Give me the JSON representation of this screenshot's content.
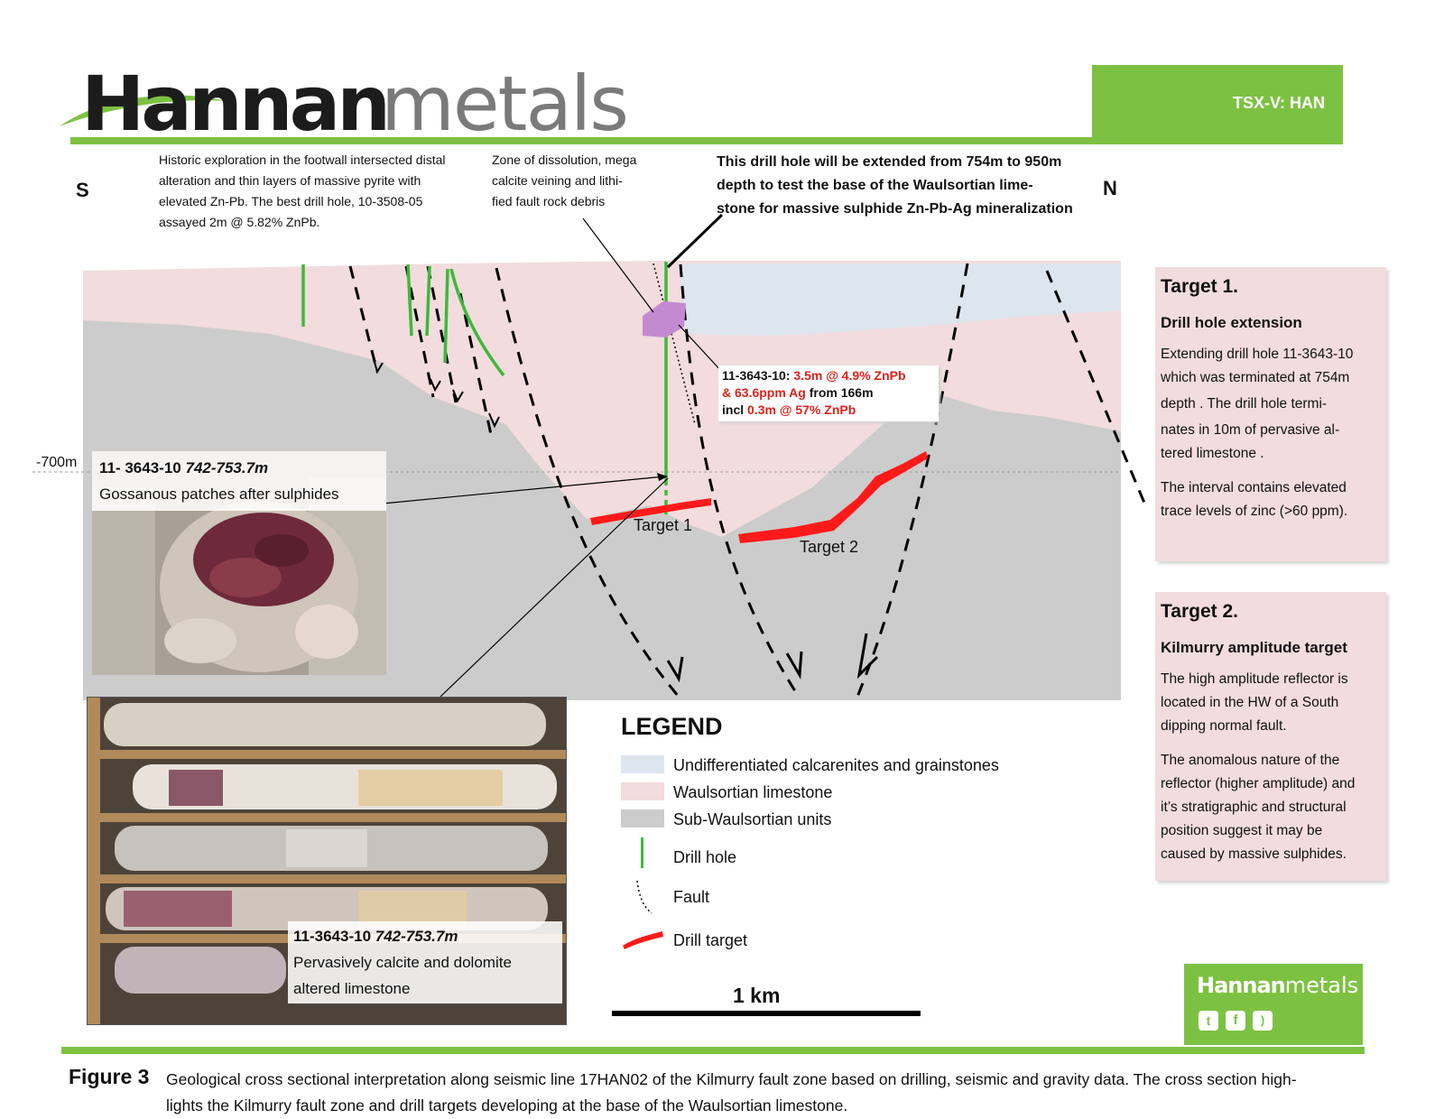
{
  "logo": {
    "part1": "Hannan",
    "part2": "metals"
  },
  "ticker": "TSX-V: HAN",
  "compass": {
    "south": "S",
    "north": "N"
  },
  "notes": {
    "historic": [
      "Historic exploration in the footwall intersected distal",
      "alteration and thin layers of massive pyrite with",
      "elevated Zn-Pb. The best drill hole, 10-3508-05",
      "assayed 2m @ 5.82% ZnPb."
    ],
    "dissolution": [
      "Zone of dissolution, mega",
      "calcite veining and lithi-",
      "fied fault rock debris"
    ],
    "extension": [
      "This drill hole will be extended from 754m to 950m",
      "depth to test the base of the Waulsortian lime-",
      "stone for massive sulphide Zn-Pb-Ag mineralization"
    ]
  },
  "assay": {
    "hole": "11-3643-10:",
    "line1_red": "3.5m @ 4.9% ZnPb",
    "line2_red": "& 63.6ppm Ag",
    "line2_black": "from 166m",
    "line3_black": "incl",
    "line3_red": "0.3m @ 57% ZnPb"
  },
  "depth_label": "-700m",
  "target_labels": {
    "t1": "Target 1",
    "t2": "Target 2"
  },
  "photo_captions": {
    "top_hole": "11- 3643-10",
    "top_depth": "742-753.7m",
    "top_desc": "Gossanous patches after sulphides",
    "bottom_hole": "11-3643-10",
    "bottom_depth": "742-753.7m",
    "bottom_desc1": "Pervasively calcite and dolomite",
    "bottom_desc2": "altered limestone"
  },
  "panels": {
    "target1": {
      "title": "Target 1.",
      "subtitle": "Drill hole extension",
      "text1": [
        "Extending drill hole 11-3643-10",
        "which was terminated at 754m",
        "depth . The drill hole termi-",
        "nates in 10m of pervasive al-",
        "tered limestone ."
      ],
      "text2": [
        "The interval contains elevated",
        "trace levels of zinc (>60 ppm)."
      ]
    },
    "target2": {
      "title": "Target 2.",
      "subtitle": "Kilmurry amplitude target",
      "text1": [
        "The high amplitude reflector is",
        "located in the HW of a South",
        "dipping normal fault."
      ],
      "text2": [
        "The anomalous nature of the",
        "reflector (higher amplitude) and",
        "it’s stratigraphic and structural",
        "position suggest it may be",
        "caused by massive sulphides."
      ]
    }
  },
  "legend": {
    "title": "LEGEND",
    "items": [
      {
        "label": "Undifferentiated calcarenites and grainstones",
        "color": "#dde5ef"
      },
      {
        "label": "Waulsortian limestone",
        "color": "#f2dcdd"
      },
      {
        "label": "Sub-Waulsortian units",
        "color": "#cccccc"
      },
      {
        "label": "Drill hole",
        "color": "#3cb93c"
      },
      {
        "label": "Fault",
        "color": "#000000"
      },
      {
        "label": "Drill target",
        "color": "#ff1a1a"
      }
    ]
  },
  "scale": {
    "label": "1 km"
  },
  "footer_logo": {
    "part1": "Hannan",
    "part2": "metals"
  },
  "social_icons": [
    "twitter-icon",
    "facebook-icon",
    "rss-icon"
  ],
  "figure": {
    "label": "Figure 3",
    "line1": "Geological cross sectional interpretation along seismic line 17HAN02 of the Kilmurry fault zone based on drilling, seismic and gravity data. The cross section high-",
    "line2": "lights the Kilmurry fault zone and drill targets developing at the base of the Waulsortian limestone."
  },
  "colors": {
    "brand_green": "#7dc142",
    "waulsortian": "#f2dcdd",
    "calcarenite": "#dde5ef",
    "sub_waulsortian": "#cccccc",
    "target_red": "#ff1a1a",
    "drill_green": "#3cb93c"
  }
}
